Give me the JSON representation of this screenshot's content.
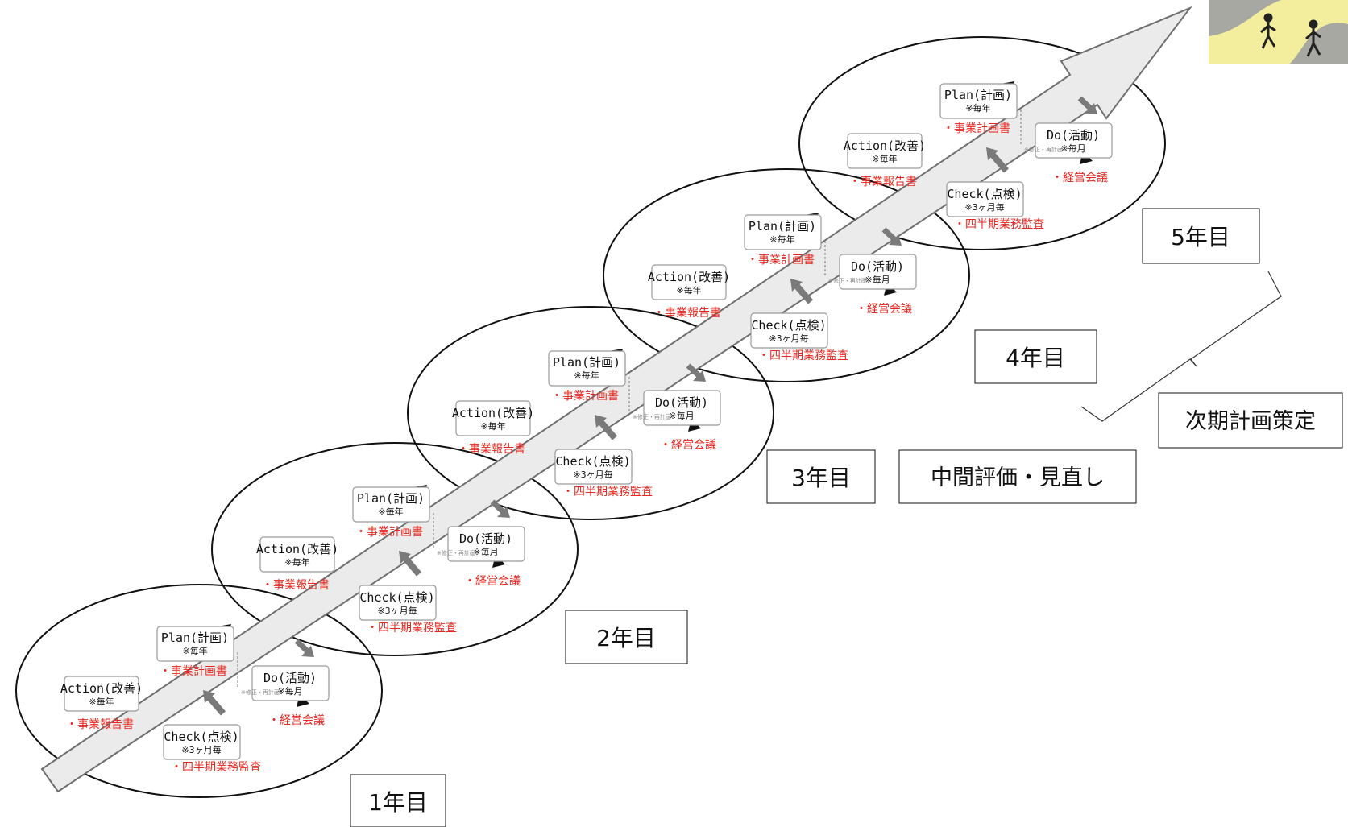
{
  "cycle": {
    "plan": {
      "label": "Plan(計画)",
      "freq": "※毎年",
      "doc": "・事業計画書"
    },
    "do": {
      "label": "Do(活動)",
      "freq": "※毎月",
      "doc": "・経営会議"
    },
    "check": {
      "label": "Check(点検)",
      "freq": "※3ヶ月毎",
      "doc": "・四半期業務監査"
    },
    "action": {
      "label": "Action(改善)",
      "freq": "※毎年",
      "doc": "・事業報告書"
    },
    "revision_note": "※修正・再計画"
  },
  "years": [
    "1年目",
    "2年目",
    "3年目",
    "4年目",
    "5年目"
  ],
  "notes": {
    "midterm": "中間評価・見直し",
    "next_plan": "次期計画策定"
  },
  "colors": {
    "red_text": "#e8261f",
    "arrow_fill": "#ebebeb",
    "arrow_stroke": "#6f6f6f",
    "box_border": "#9a9a9a"
  },
  "icons": [
    "walking-people-illustration"
  ]
}
